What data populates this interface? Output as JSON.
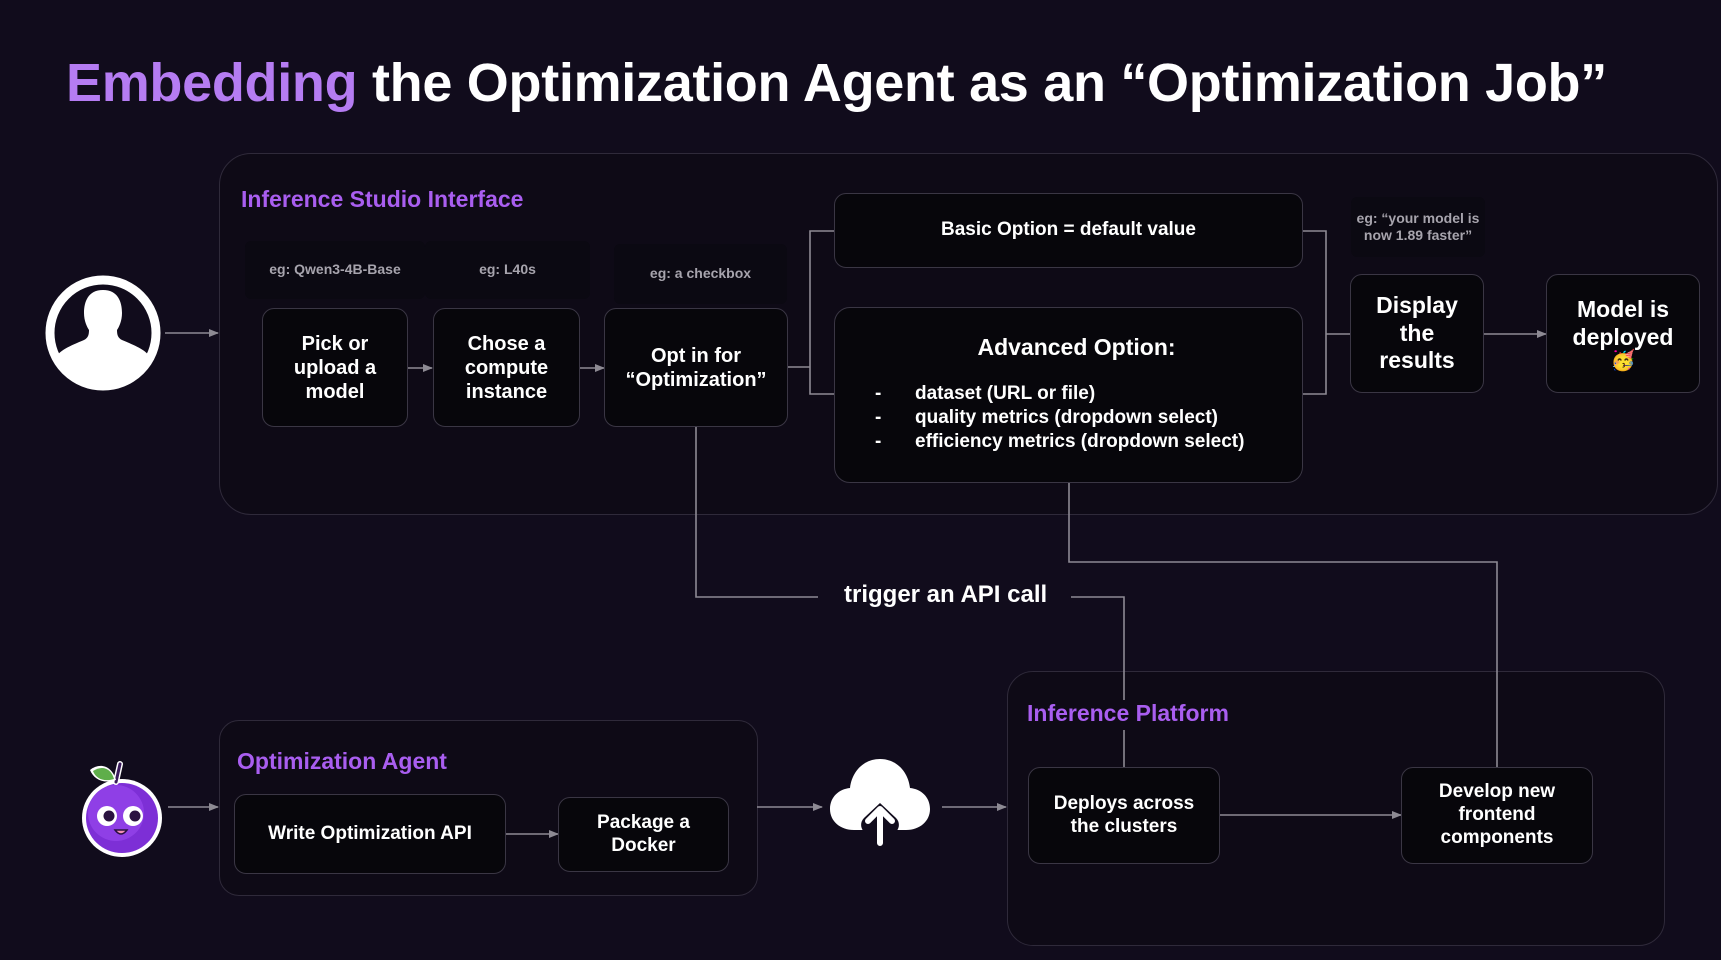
{
  "title": {
    "accent": "Embedding",
    "rest": " the Optimization Agent as an “Optimization Job”"
  },
  "colors": {
    "background": "#110c1c",
    "accent": "#b57cf2",
    "group_title": "#a95ef0",
    "connector": "#8d8a93"
  },
  "studio": {
    "title": "Inference Studio Interface",
    "hints": {
      "model": "eg: Qwen3-4B-Base",
      "instance": "eg: L40s",
      "optin": "eg: a checkbox",
      "results": "eg: “your model is now 1.89 faster”"
    },
    "steps": {
      "pick": "Pick or upload a model",
      "chose": "Chose a compute instance",
      "optin": "Opt in for “Optimization”",
      "display": "Display the results",
      "deployed": "Model is deployed",
      "deployed_emoji": "🥳"
    },
    "basic": "Basic Option = default value",
    "advanced": {
      "title": "Advanced Option:",
      "bullet": "-",
      "items": [
        "dataset (URL or file)",
        "quality metrics (dropdown select)",
        "efficiency metrics (dropdown select)"
      ]
    }
  },
  "api_label": "trigger an API call",
  "agent": {
    "title": "Optimization Agent",
    "write": "Write Optimization API",
    "package": "Package a Docker"
  },
  "platform": {
    "title": "Inference Platform",
    "deploy": "Deploys across the clusters",
    "develop": "Develop new frontend components"
  },
  "icons": {
    "user": "user-avatar-icon",
    "mascot": "plum-mascot-icon",
    "cloud": "cloud-upload-icon"
  }
}
